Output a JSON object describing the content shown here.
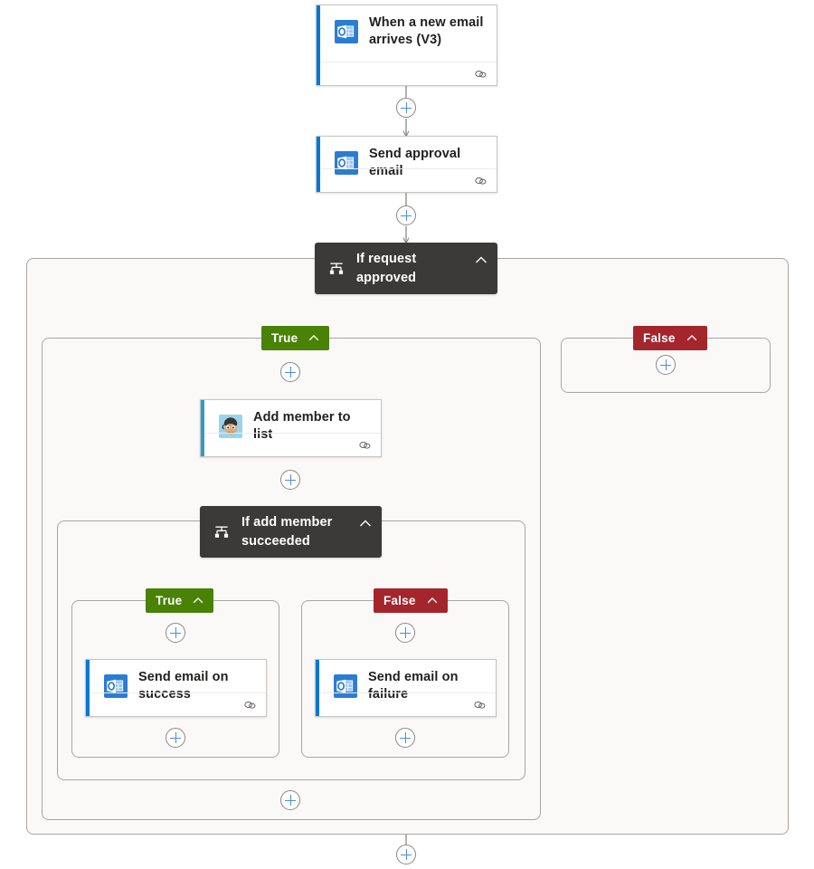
{
  "flow": {
    "nodes": {
      "trigger": {
        "name": "When a new email arrives (V3)",
        "connector": "outlook-icon",
        "footer_icon": "link-icon"
      },
      "send_approval": {
        "name": "Send approval email",
        "connector": "outlook-icon",
        "footer_icon": "link-icon"
      },
      "if_request_approved": {
        "name": "If request approved",
        "icon": "condition-icon",
        "collapse_icon": "chevron-up-icon"
      },
      "add_member": {
        "name": "Add member to list",
        "connector": "mailchimp-icon",
        "footer_icon": "link-icon"
      },
      "if_add_member_succeeded": {
        "name": "If add member succeeded",
        "icon": "condition-icon",
        "collapse_icon": "chevron-up-icon"
      },
      "send_success": {
        "name": "Send email on success",
        "connector": "outlook-icon",
        "footer_icon": "link-icon"
      },
      "send_failure": {
        "name": "Send email on failure",
        "connector": "outlook-icon",
        "footer_icon": "link-icon"
      }
    },
    "branches": {
      "outer_true": {
        "label": "True",
        "collapse_icon": "chevron-up-icon"
      },
      "outer_false": {
        "label": "False",
        "collapse_icon": "chevron-up-icon"
      },
      "inner_true": {
        "label": "True",
        "collapse_icon": "chevron-up-icon"
      },
      "inner_false": {
        "label": "False",
        "collapse_icon": "chevron-up-icon"
      }
    },
    "add_buttons": {
      "after_trigger": "+",
      "after_send_approval": "+",
      "outer_false_empty": "+",
      "outer_true_top": "+",
      "after_add_member": "+",
      "inner_true_top": "+",
      "inner_false_top": "+",
      "after_send_success": "+",
      "after_send_failure": "+",
      "outer_true_bottom": "+",
      "after_condition_scope": "+"
    },
    "colors": {
      "true_badge": "#498205",
      "false_badge": "#a4262c",
      "condition_card": "#3b3a39",
      "outlook_accent": "#0078d4",
      "mailchimp_accent": "#2d9cc8",
      "plus_glyph": "#4a8fdb",
      "scope_fill": "#faf9f8",
      "scope_border": "#a8a6a4",
      "connector_line": "#8a8886"
    }
  }
}
